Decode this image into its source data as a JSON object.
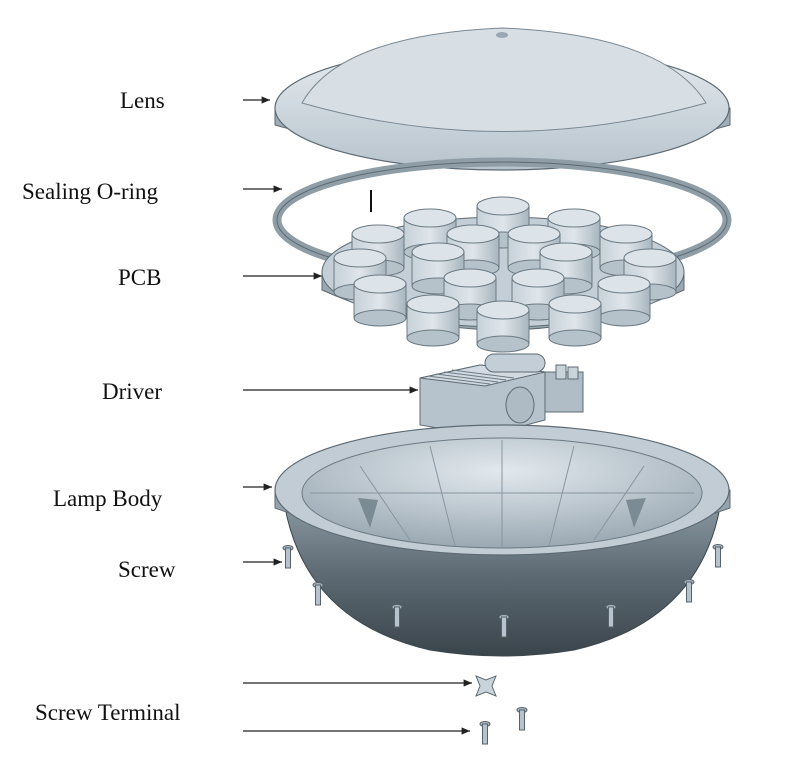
{
  "labels": {
    "lens": "Lens",
    "sealing_oring": "Sealing O-ring",
    "pcb": "PCB",
    "driver": "Driver",
    "lamp_body": "Lamp Body",
    "screw": "Screw",
    "screw_terminal": "Screw Terminal"
  },
  "colors": {
    "part_light": "#d4dde4",
    "part_mid": "#b3c0ca",
    "part_dark": "#7f8e99",
    "body_dark": "#4a565e",
    "outline": "#5d6a73",
    "arrow": "#222222"
  }
}
